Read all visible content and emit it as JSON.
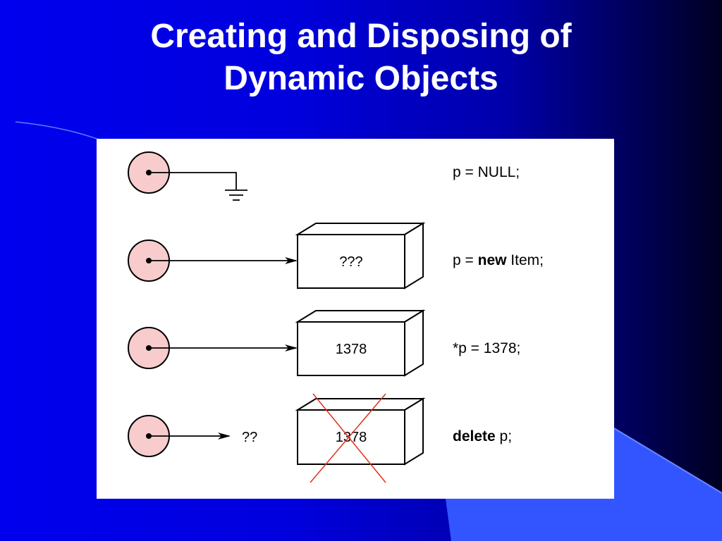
{
  "title": {
    "line1": "Creating and Disposing of",
    "line2": "Dynamic Objects"
  },
  "colors": {
    "background_left": "#0000ee",
    "background_right": "#000022",
    "accent_shape": "#3355ff",
    "pointer_fill": "#f8cccc",
    "cross_mark": "#e0301e"
  },
  "diagram": {
    "rows": [
      {
        "state": "null",
        "code_plain_before": "p = NULL;",
        "code_bold": "",
        "code_plain_after": ""
      },
      {
        "state": "allocated",
        "box_value": "???",
        "code_plain_before": "p = ",
        "code_bold": "new",
        "code_plain_after": " Item;"
      },
      {
        "state": "assigned",
        "box_value": "1378",
        "code_plain_before": "*p = 1378;",
        "code_bold": "",
        "code_plain_after": ""
      },
      {
        "state": "deleted",
        "box_value": "1378",
        "dangling_label": "??",
        "code_plain_before": "",
        "code_bold": "delete",
        "code_plain_after": " p;"
      }
    ]
  }
}
